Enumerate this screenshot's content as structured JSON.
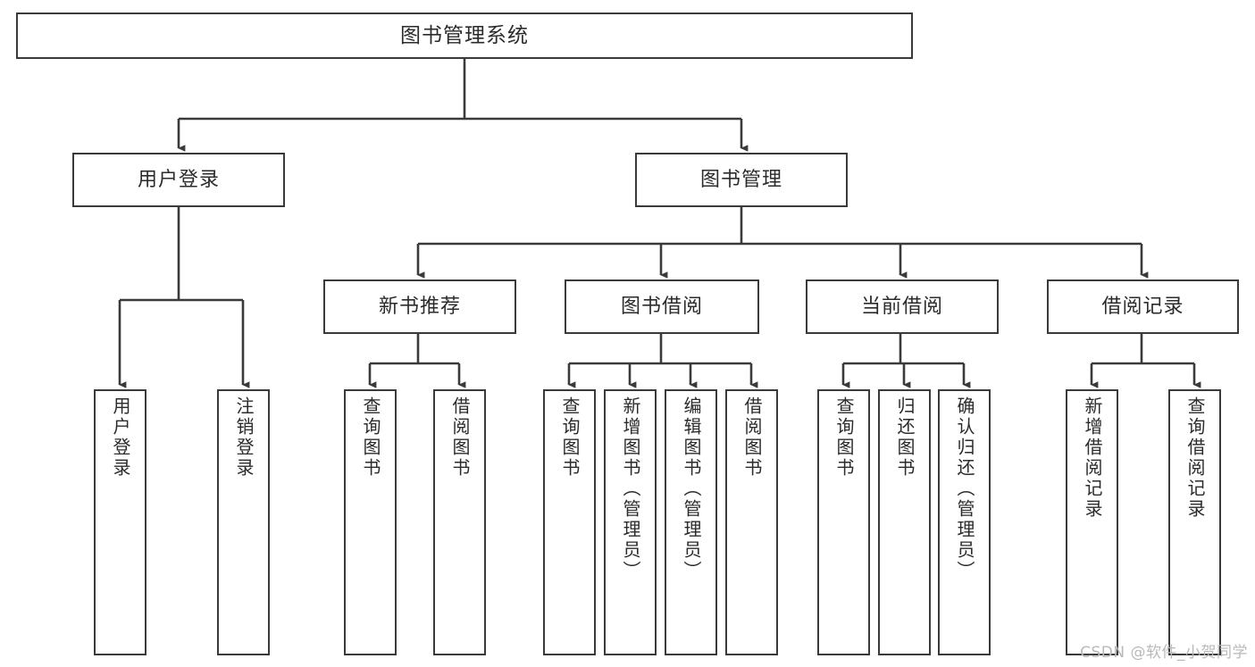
{
  "diagram": {
    "title": "图书管理系统",
    "type": "hierarchy-tree",
    "watermark": "CSDN @软件_小贺同学",
    "colors": {
      "border": "#3a3a3a",
      "text": "#2b2b2b",
      "background": "#ffffff",
      "watermark": "#b9b9b9"
    },
    "levels": {
      "root": {
        "label": "图书管理系统"
      },
      "level2": [
        {
          "label": "用户登录"
        },
        {
          "label": "图书管理"
        }
      ],
      "level3": [
        {
          "label": "新书推荐"
        },
        {
          "label": "图书借阅"
        },
        {
          "label": "当前借阅"
        },
        {
          "label": "借阅记录"
        }
      ],
      "leaves": [
        {
          "label": "用户登录",
          "parent": "用户登录"
        },
        {
          "label": "注销登录",
          "parent": "用户登录"
        },
        {
          "label": "查询图书",
          "parent": "新书推荐"
        },
        {
          "label": "借阅图书",
          "parent": "新书推荐"
        },
        {
          "label": "查询图书",
          "parent": "图书借阅"
        },
        {
          "label": "新增图书（管理员）",
          "parent": "图书借阅"
        },
        {
          "label": "编辑图书（管理员）",
          "parent": "图书借阅"
        },
        {
          "label": "借阅图书",
          "parent": "图书借阅"
        },
        {
          "label": "查询图书",
          "parent": "当前借阅"
        },
        {
          "label": "归还图书",
          "parent": "当前借阅"
        },
        {
          "label": "确认归还（管理员）",
          "parent": "当前借阅"
        },
        {
          "label": "新增借阅记录",
          "parent": "借阅记录"
        },
        {
          "label": "查询借阅记录",
          "parent": "借阅记录"
        }
      ]
    }
  }
}
